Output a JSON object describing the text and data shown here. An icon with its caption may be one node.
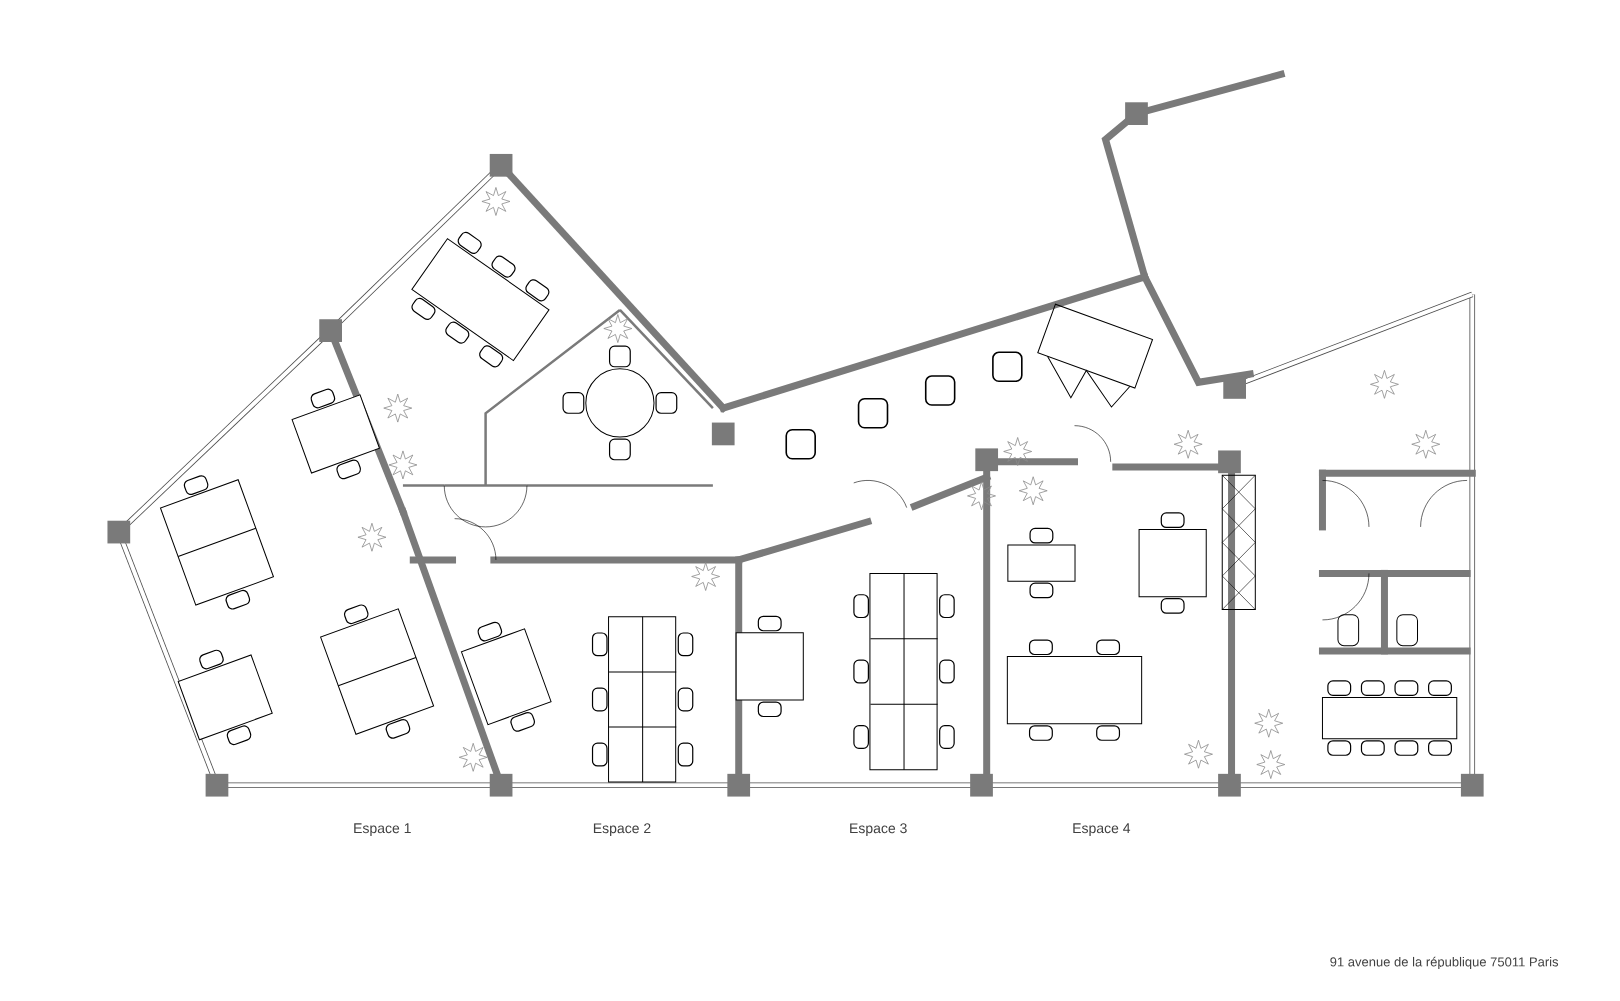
{
  "diagram": {
    "labels": [
      "Espace 1",
      "Espace 2",
      "Espace 3",
      "Espace 4",
      "91 avenue de la république 75011 Paris"
    ]
  }
}
